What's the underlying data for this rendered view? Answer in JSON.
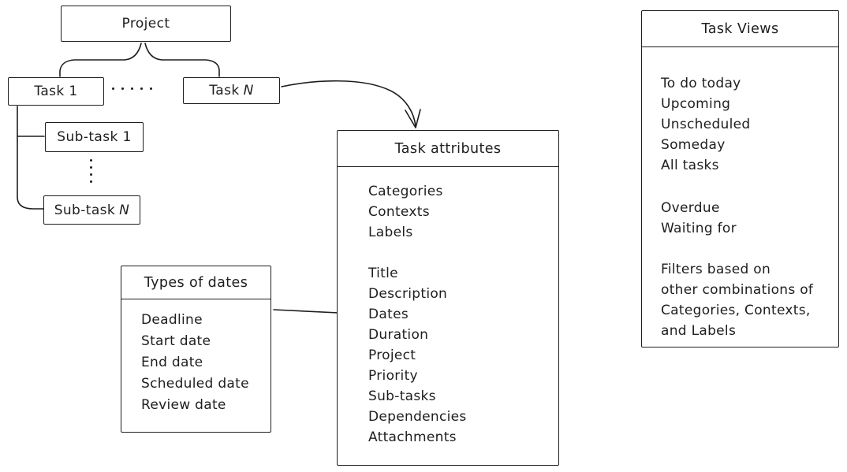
{
  "diagram": {
    "colors": {
      "stroke": "#1e1e1e",
      "background": "#ffffff"
    },
    "nodes": {
      "project": {
        "label": "Project"
      },
      "task1": {
        "label": "Task 1"
      },
      "taskN": {
        "label": "Task",
        "suffix": "N"
      },
      "subtask1": {
        "label": "Sub-task 1"
      },
      "subtaskN": {
        "label": "Sub-task",
        "suffix": "N"
      }
    },
    "icons": {
      "ellipsis_horizontal": "·····",
      "ellipsis_vertical": "····"
    },
    "task_attributes": {
      "title": "Task attributes",
      "group1": [
        "Categories",
        "Contexts",
        "Labels"
      ],
      "group2": [
        "Title",
        "Description",
        "Dates",
        "Duration",
        "Project",
        "Priority",
        "Sub-tasks",
        "Dependencies",
        "Attachments"
      ]
    },
    "types_of_dates": {
      "title": "Types of dates",
      "items": [
        "Deadline",
        "Start date",
        "End date",
        "Scheduled date",
        "Review date"
      ]
    },
    "task_views": {
      "title": "Task Views",
      "group1": [
        "To do today",
        "Upcoming",
        "Unscheduled",
        "Someday",
        "All tasks"
      ],
      "group2": [
        "Overdue",
        "Waiting for"
      ],
      "group3": [
        "Filters based on",
        "other combinations of",
        "Categories, Contexts,",
        "and Labels"
      ]
    }
  }
}
